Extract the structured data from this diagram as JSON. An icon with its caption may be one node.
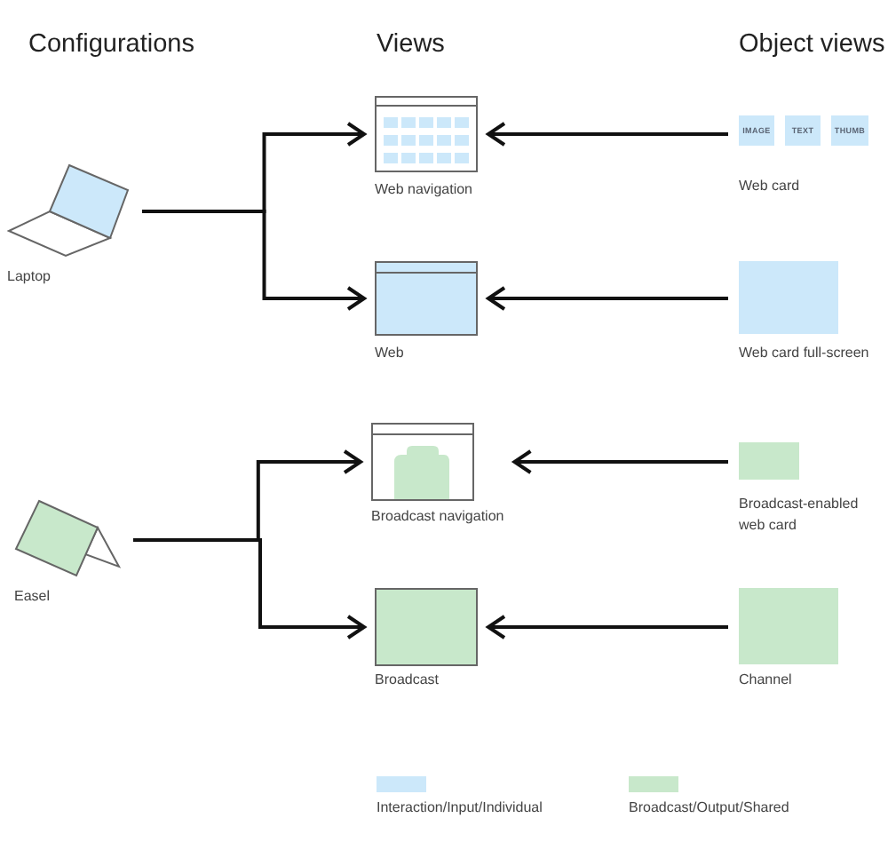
{
  "diagram": {
    "nodes": [
      {
        "text": [
          "Laptop"
        ]
      },
      {
        "text": [
          "Easel"
        ]
      },
      {
        "text": [
          "Web navigation"
        ]
      },
      {
        "text": [
          "Web"
        ]
      },
      {
        "text": [
          "Broadcast navigation"
        ]
      },
      {
        "text": [
          "Broadcast"
        ]
      },
      {
        "text": [
          "Web card"
        ]
      },
      {
        "text": [
          "IMAGE"
        ],
        "in": 6
      },
      {
        "text": [
          "TEXT"
        ],
        "in": 6
      },
      {
        "text": [
          "THUMB"
        ],
        "in": 6
      },
      {
        "text": [
          "Web card full-screen"
        ]
      },
      {
        "text": [
          "Broadcast-enabled web card"
        ]
      },
      {
        "text": [
          "Channel"
        ]
      }
    ],
    "edges": [
      {
        "from": 0,
        "to": 2,
        "arrow": "to"
      },
      {
        "from": 0,
        "to": 3,
        "arrow": "to"
      },
      {
        "from": 1,
        "to": 4,
        "arrow": "to"
      },
      {
        "from": 1,
        "to": 5,
        "arrow": "to"
      },
      {
        "from": 6,
        "to": 2,
        "arrow": "to"
      },
      {
        "from": 10,
        "to": 3,
        "arrow": "to"
      },
      {
        "from": 11,
        "to": 4,
        "arrow": "to"
      },
      {
        "from": 12,
        "to": 5,
        "arrow": "to"
      }
    ],
    "labels": [
      "Configurations",
      "Views",
      "Object views"
    ],
    "legend": [
      {
        "text": "Interaction/Input/Individual",
        "color": "#cce8fa"
      },
      {
        "text": "Broadcast/Output/Shared",
        "color": "#c8e8cb"
      }
    ]
  }
}
